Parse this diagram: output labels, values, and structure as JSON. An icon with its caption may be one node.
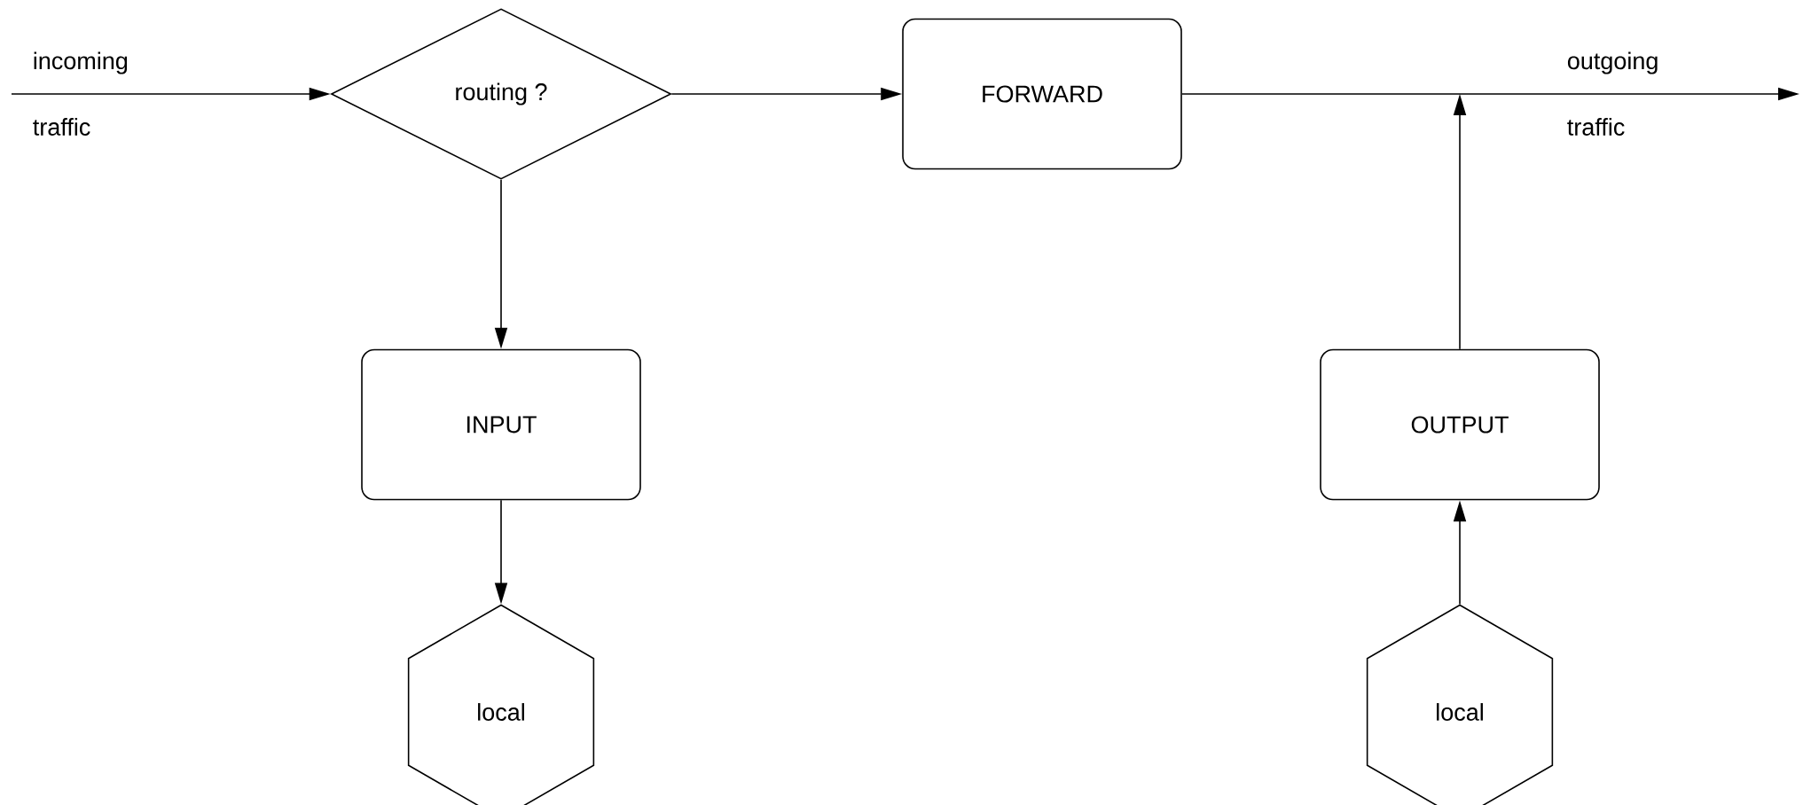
{
  "diagram": {
    "nodes": [
      {
        "text": [
          "routing ?"
        ]
      },
      {
        "text": [
          "FORWARD"
        ]
      },
      {
        "text": [
          "INPUT"
        ]
      },
      {
        "text": [
          "OUTPUT"
        ]
      },
      {
        "text": [
          "local"
        ]
      },
      {
        "text": [
          "local"
        ]
      }
    ],
    "edges": [
      {
        "from": null,
        "to": 0,
        "arrow": "to"
      },
      {
        "from": 0,
        "to": 1,
        "arrow": "to"
      },
      {
        "from": 0,
        "to": 2,
        "arrow": "to"
      },
      {
        "from": 2,
        "to": 4,
        "arrow": "to"
      },
      {
        "from": 1,
        "to": null,
        "arrow": "to"
      },
      {
        "from": 5,
        "to": 3,
        "arrow": "to"
      },
      {
        "from": 3,
        "to": null,
        "arrow": "to"
      }
    ],
    "labels": [
      "incoming",
      "traffic",
      "outgoing",
      "traffic"
    ]
  }
}
